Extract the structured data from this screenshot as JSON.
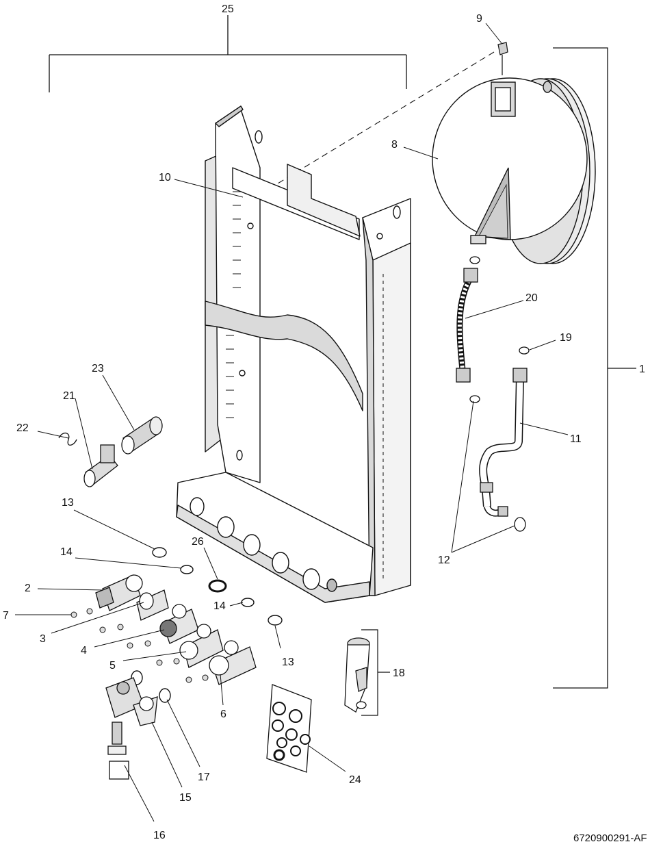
{
  "drawing_reference": "6720900291-AF",
  "colors": {
    "line": "#111111",
    "part_fill": "#ffffff",
    "shade": "#bdbdbd",
    "dark_shade": "#7a7a7a"
  },
  "labels": [
    "25",
    "9",
    "8",
    "10",
    "1",
    "20",
    "19",
    "11",
    "12",
    "23",
    "21",
    "22",
    "13",
    "26",
    "14",
    "2",
    "7",
    "3",
    "14",
    "4",
    "13",
    "5",
    "18",
    "6",
    "24",
    "17",
    "15",
    "16"
  ]
}
